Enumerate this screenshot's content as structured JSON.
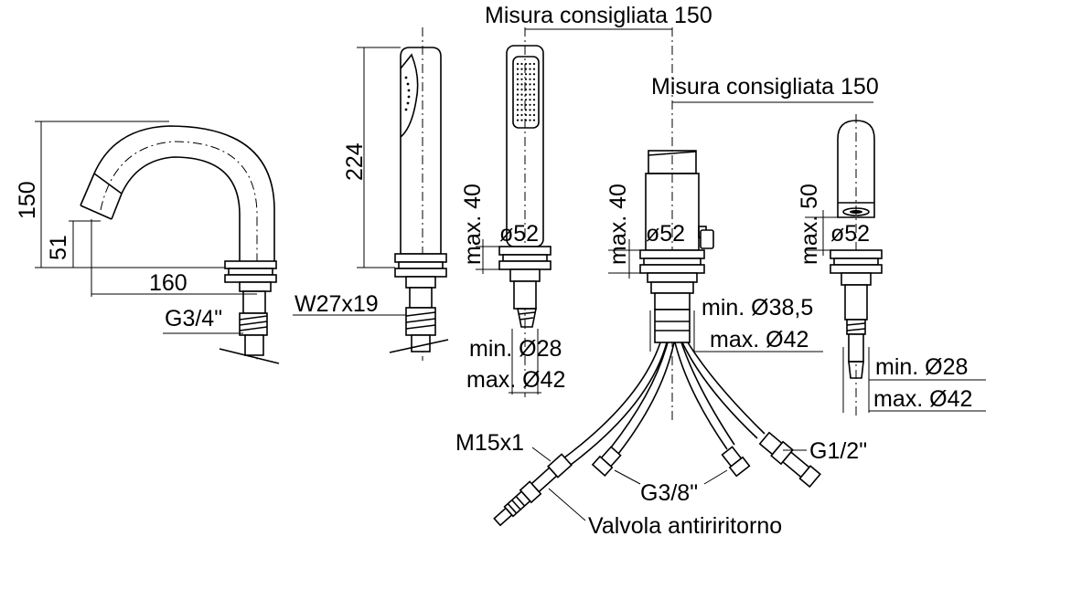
{
  "labels": {
    "misura_top": "Misura consigliata 150",
    "misura_right": "Misura consigliata 150",
    "dim_150": "150",
    "dim_51": "51",
    "dim_160": "160",
    "g34": "G3/4\"",
    "dim_224": "224",
    "w27": "W27x19",
    "max40_a": "max. 40",
    "max40_b": "max. 40",
    "max50": "max. 50",
    "d52_a": "ø52",
    "d52_b": "ø52",
    "d52_c": "ø52",
    "min28_a": "min. Ø28",
    "max42_a": "max. Ø42",
    "min385": "min. Ø38,5",
    "max42_b": "max. Ø42",
    "min28_b": "min. Ø28",
    "max42_c": "max. Ø42",
    "m15": "M15x1",
    "g38": "G3/8\"",
    "g12": "G1/2\"",
    "valvola": "Valvola antiriritorno"
  }
}
